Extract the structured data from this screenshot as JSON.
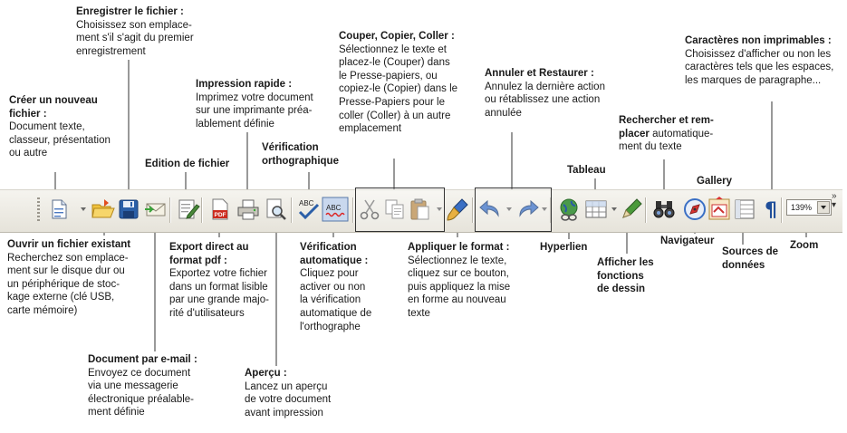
{
  "annotations": {
    "creer": {
      "title": "Créer un nouveau",
      "title2": "fichier :",
      "lines": [
        "Document texte,",
        "classeur, présentation",
        "ou autre"
      ]
    },
    "enregistrer": {
      "title": "Enregistrer le fichier :",
      "lines": [
        "Choisissez son emplace-",
        "ment s'il s'agit du premier",
        "enregistrement"
      ]
    },
    "impression": {
      "title": "Impression rapide :",
      "lines": [
        "Imprimez votre document",
        "sur une imprimante préa-",
        "lablement définie"
      ]
    },
    "edition": {
      "title": "Edition de fichier"
    },
    "verif_ortho": {
      "title": "Vérification",
      "title2": "orthographique"
    },
    "couper": {
      "title": "Couper, Copier, Coller :",
      "lines": [
        "Sélectionnez le texte et",
        "placez-le (Couper) dans",
        "le Presse-papiers, ou",
        "copiez-le (Copier) dans le",
        "Presse-Papiers pour le",
        "coller (Coller) à un autre",
        "emplacement"
      ]
    },
    "annuler": {
      "title": "Annuler et Restaurer :",
      "lines": [
        "Annulez la dernière action",
        "ou rétablissez une action",
        "annulée"
      ]
    },
    "rechercher": {
      "line1_bold": "Rechercher et rem-",
      "line2_bold": "placer",
      "line2_rest": " automatique-",
      "line3": "ment du texte"
    },
    "caracteres": {
      "title": "Caractères non imprimables :",
      "lines": [
        "Choisissez d'afficher ou non les",
        "caractères tels que les espaces,",
        "les marques de paragraphe..."
      ]
    },
    "tableau": {
      "title": "Tableau"
    },
    "gallery": {
      "title": "Gallery"
    },
    "ouvrir": {
      "title": "Ouvrir un fichier existant",
      "lines": [
        "Recherchez son emplace-",
        "ment sur le disque dur ou",
        "un périphérique de stoc-",
        "kage externe (clé USB,",
        "carte mémoire)"
      ]
    },
    "mail": {
      "title": "Document par e-mail :",
      "lines": [
        "Envoyez ce document",
        "via une messagerie",
        "électronique préalable-",
        "ment définie"
      ]
    },
    "pdf": {
      "title": "Export direct au",
      "title2": "format pdf :",
      "lines": [
        "Exportez votre fichier",
        "dans un format lisible",
        "par une grande majo-",
        "rité d'utilisateurs"
      ]
    },
    "apercu": {
      "title": "Aperçu :",
      "lines": [
        "Lancez un aperçu",
        "de votre document",
        "avant impression"
      ]
    },
    "verif_auto": {
      "title": "Vérification",
      "title2": "automatique :",
      "lines": [
        "Cliquez pour",
        "activer ou non",
        "la vérification",
        "automatique de",
        "l'orthographe"
      ]
    },
    "appliquer": {
      "title": "Appliquer le format :",
      "lines": [
        "Sélectionnez le texte,",
        "cliquez sur ce bouton,",
        "puis appliquez  la mise",
        "en forme au nouveau",
        "texte"
      ]
    },
    "hyperlien": {
      "title": "Hyperlien"
    },
    "dessin": {
      "title": "Afficher les",
      "title2": "fonctions",
      "title3": "de dessin"
    },
    "navigateur": {
      "title": "Navigateur"
    },
    "sources": {
      "title": "Sources de",
      "title2": "données"
    },
    "zoom": {
      "title": "Zoom"
    }
  },
  "toolbar": {
    "zoom_value": "139%",
    "spell_label": "ABC",
    "autospell_label": "ABC",
    "pdf_label": "PDF"
  },
  "colors": {
    "accent_blue": "#2b5fa8",
    "pdf_red": "#cc2a1e",
    "paragraph_blue": "#1f4e9a"
  }
}
